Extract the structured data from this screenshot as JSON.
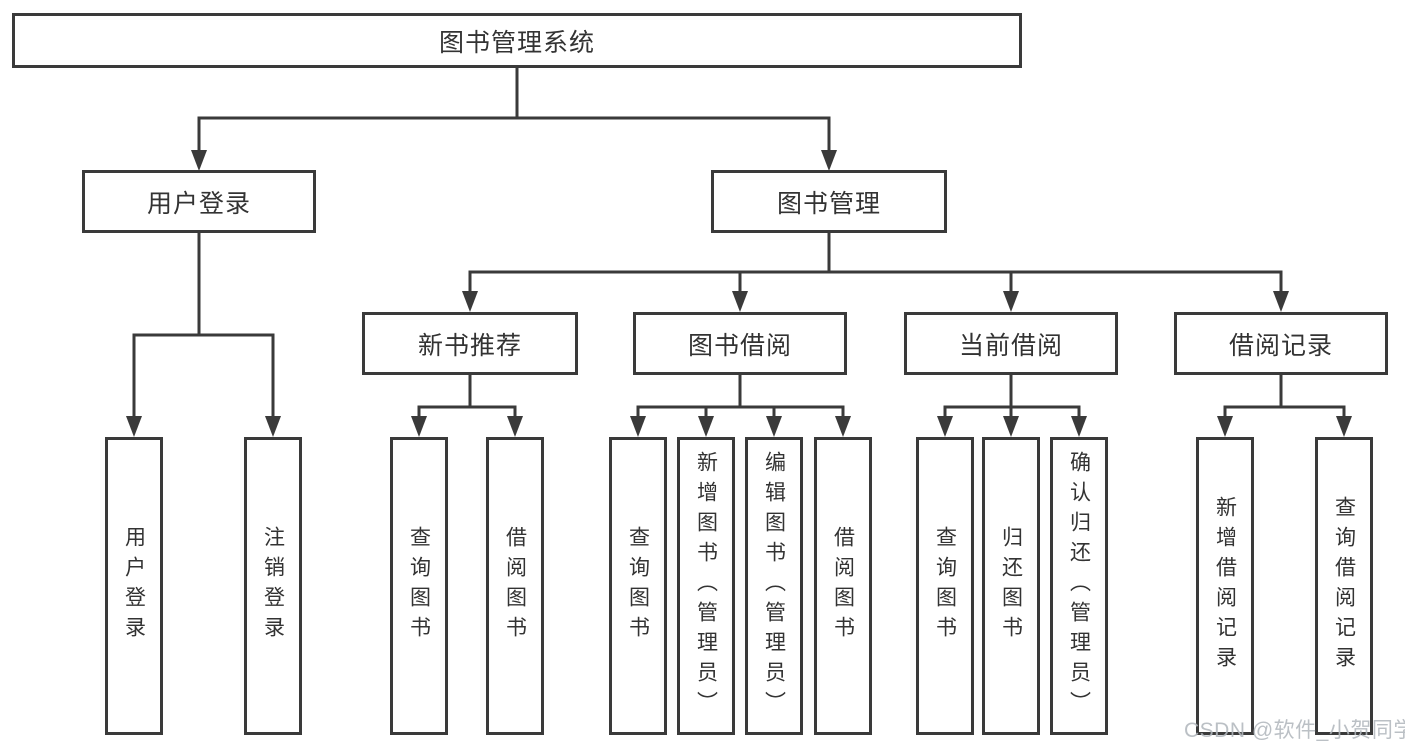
{
  "diagram": {
    "root": {
      "label": "图书管理系统"
    },
    "level2": [
      {
        "label": "用户登录"
      },
      {
        "label": "图书管理"
      }
    ],
    "level3": [
      {
        "label": "新书推荐"
      },
      {
        "label": "图书借阅"
      },
      {
        "label": "当前借阅"
      },
      {
        "label": "借阅记录"
      }
    ],
    "leaves": [
      {
        "label": "用户登录"
      },
      {
        "label": "注销登录"
      },
      {
        "label": "查询图书"
      },
      {
        "label": "借阅图书"
      },
      {
        "label": "查询图书"
      },
      {
        "label": "新增图书（管理员）"
      },
      {
        "label": "编辑图书（管理员）"
      },
      {
        "label": "借阅图书"
      },
      {
        "label": "查询图书"
      },
      {
        "label": "归还图书"
      },
      {
        "label": "确认归还（管理员）"
      },
      {
        "label": "新增借阅记录"
      },
      {
        "label": "查询借阅记录"
      }
    ]
  },
  "watermark": {
    "text": "CSDN @软件_小贺同学"
  },
  "colors": {
    "line": "#3a3a3a",
    "box_border": "#3a3a3a",
    "text": "#333333",
    "background": "#ffffff",
    "watermark": "#b2b7bd"
  }
}
